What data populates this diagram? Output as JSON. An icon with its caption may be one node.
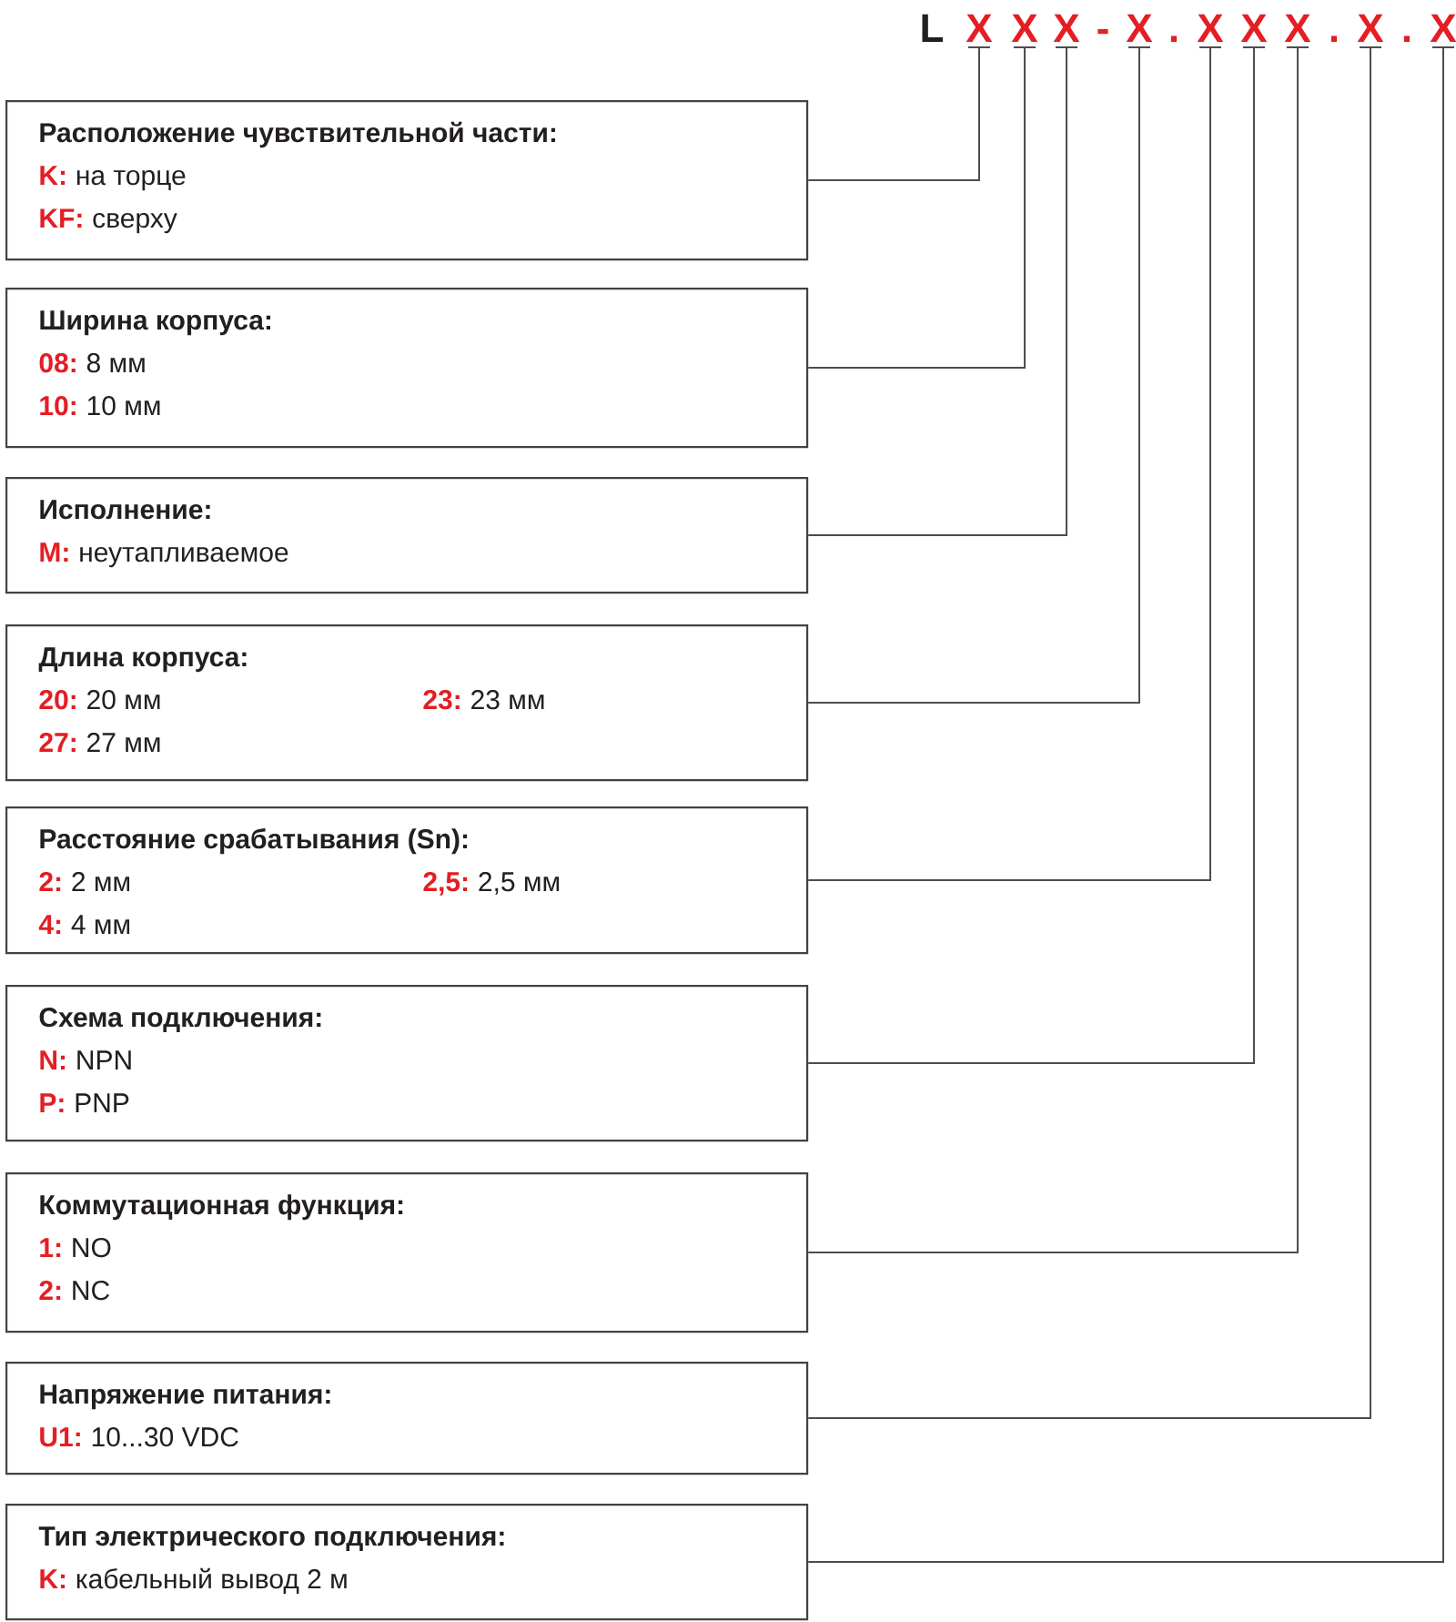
{
  "diagram": {
    "nodes": [
      {
        "text": [
          "X"
        ]
      },
      {
        "text": [
          "X"
        ]
      },
      {
        "text": [
          "X"
        ]
      },
      {
        "text": [
          "X"
        ]
      },
      {
        "text": [
          "X"
        ]
      },
      {
        "text": [
          "X"
        ]
      },
      {
        "text": [
          "X"
        ]
      },
      {
        "text": [
          "X"
        ]
      },
      {
        "text": [
          "X"
        ]
      },
      {
        "text": [
          "Расположение чувствительной части:",
          "K:",
          "на торце",
          "KF:",
          "сверху"
        ]
      },
      {
        "text": [
          "Ширина корпуса:",
          "08:",
          "8 мм",
          "10:",
          "10 мм"
        ]
      },
      {
        "text": [
          "Исполнение:",
          "M:",
          "неутапливаемое"
        ]
      },
      {
        "text": [
          "Длина корпуса:",
          "20:",
          "20 мм",
          "23:",
          "23 мм",
          "27:",
          "27 мм"
        ]
      },
      {
        "text": [
          "Расстояние срабатывания (Sn):",
          "2:",
          "2 мм",
          "2,5:",
          "2,5 мм",
          "4:",
          "4 мм"
        ]
      },
      {
        "text": [
          "Схема подключения:",
          "N:",
          "NPN",
          "P:",
          "PNP"
        ]
      },
      {
        "text": [
          "Коммутационная функция:",
          "1:",
          "NO",
          "2:",
          "NC"
        ]
      },
      {
        "text": [
          "Напряжение питания:",
          "U1:",
          "10...30 VDC"
        ]
      },
      {
        "text": [
          "Тип электрического подключения:",
          "K:",
          "кабельный вывод 2 м"
        ]
      }
    ],
    "edges": [
      {
        "from": 9,
        "to": 0,
        "arrow": "none"
      },
      {
        "from": 10,
        "to": 1,
        "arrow": "none"
      },
      {
        "from": 11,
        "to": 2,
        "arrow": "none"
      },
      {
        "from": 12,
        "to": 3,
        "arrow": "none"
      },
      {
        "from": 13,
        "to": 4,
        "arrow": "none"
      },
      {
        "from": 14,
        "to": 5,
        "arrow": "none"
      },
      {
        "from": 15,
        "to": 6,
        "arrow": "none"
      },
      {
        "from": 16,
        "to": 7,
        "arrow": "none"
      },
      {
        "from": 17,
        "to": 8,
        "arrow": "none"
      }
    ],
    "labels": [
      "L",
      "-",
      ".",
      ".",
      "."
    ]
  }
}
